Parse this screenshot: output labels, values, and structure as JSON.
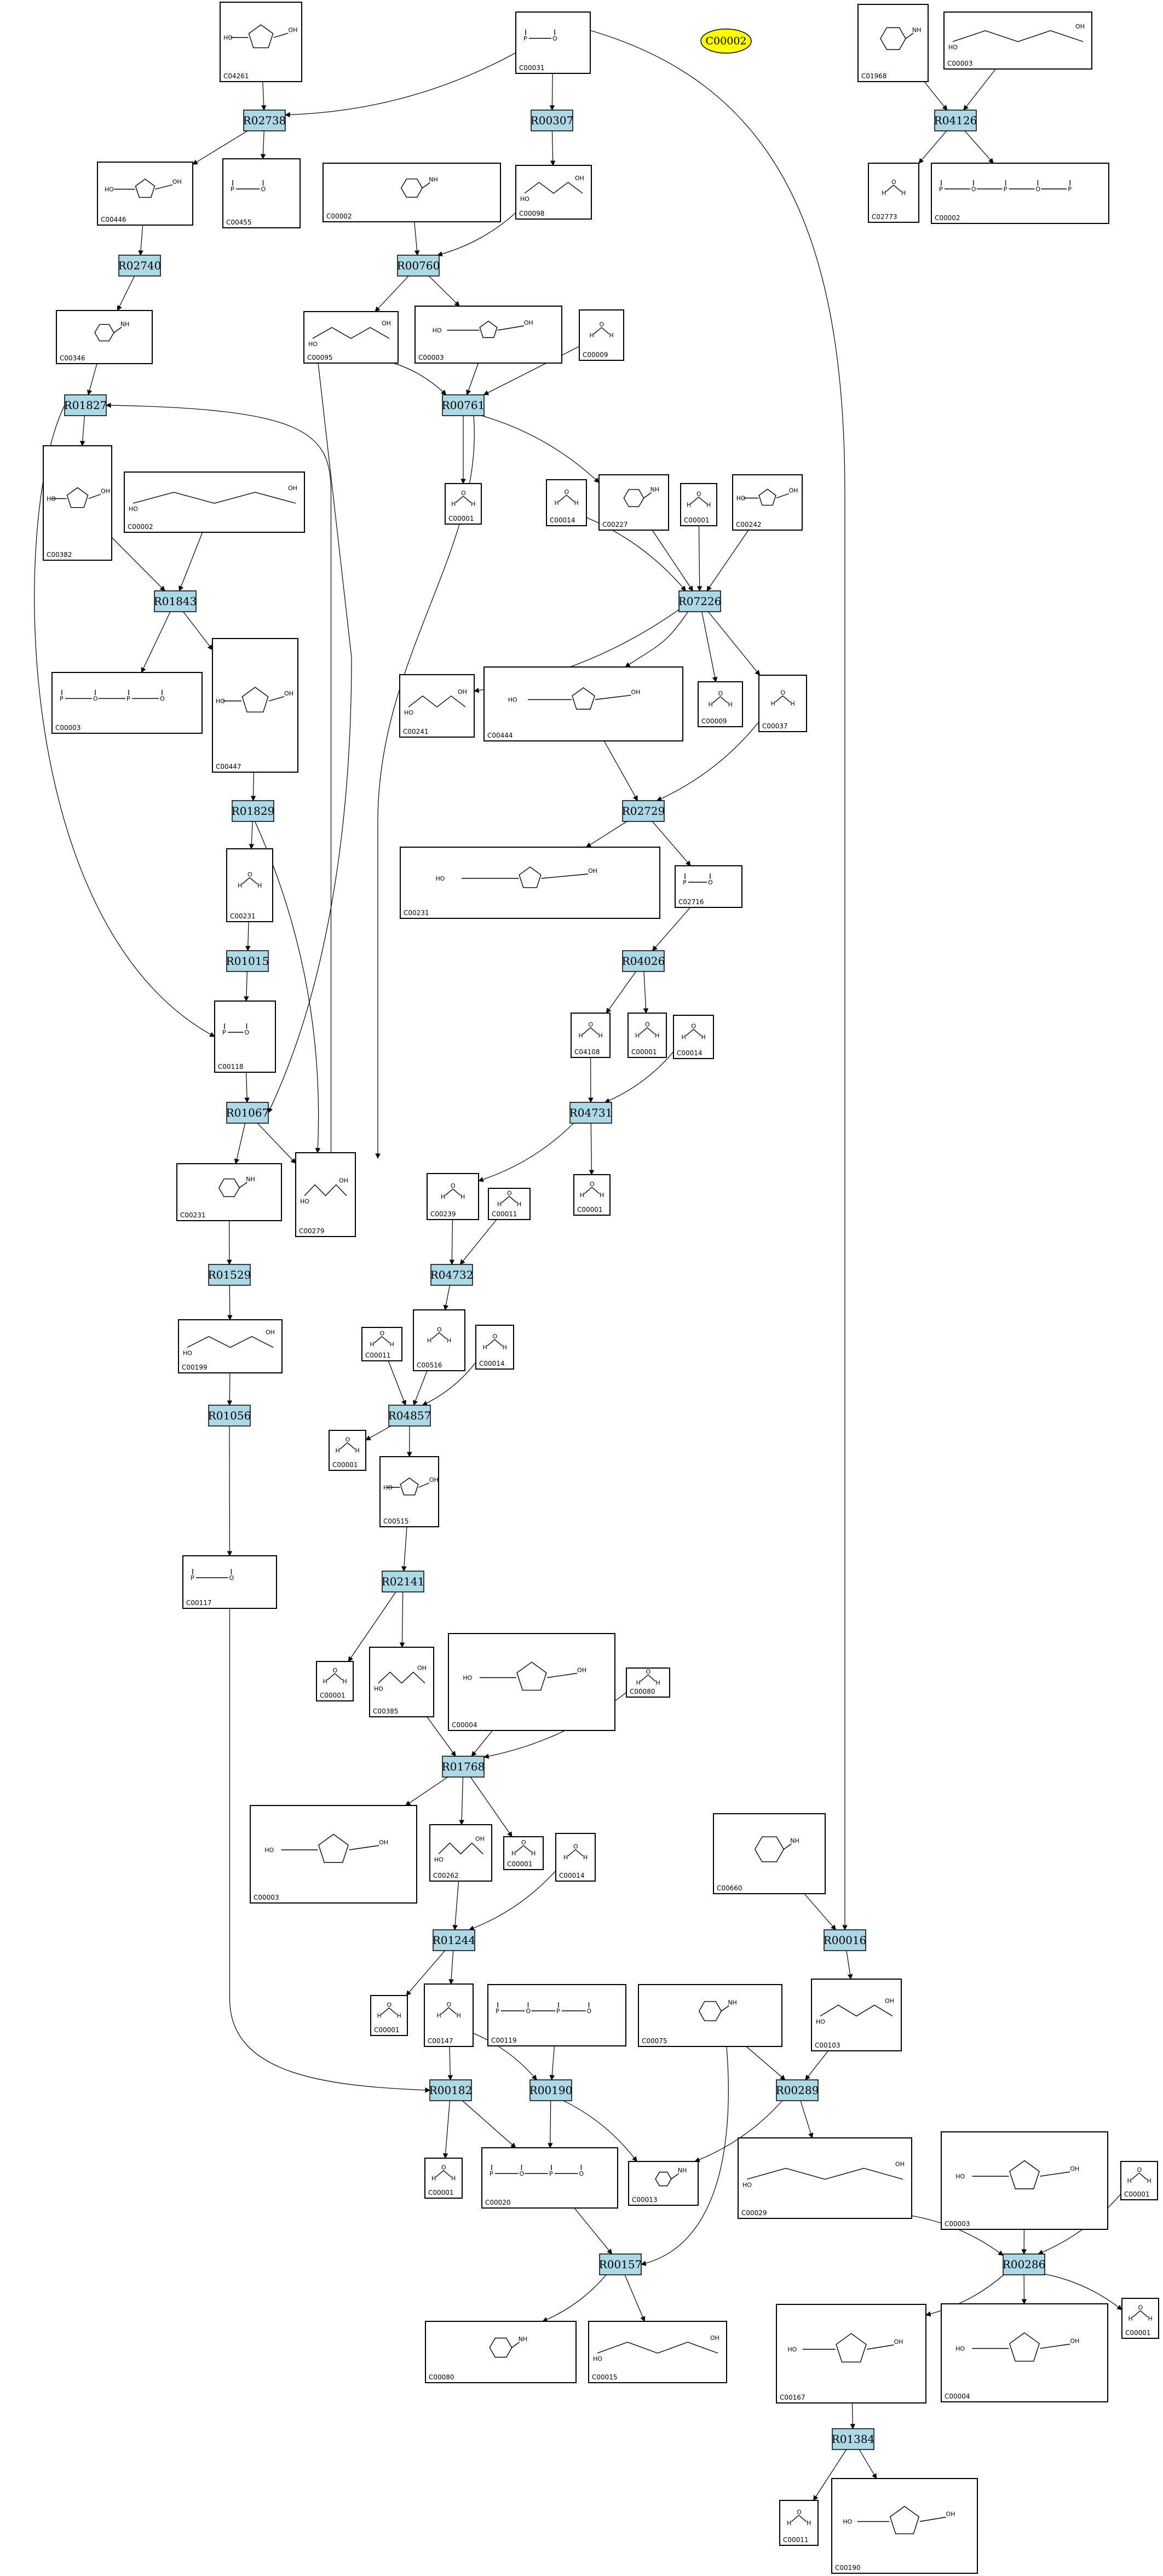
{
  "highlight": {
    "label": "C00002",
    "color": "#ffff00"
  },
  "reaction_color": "#add8e6",
  "reactions": [
    {
      "id": "R02738",
      "label": "R02738"
    },
    {
      "id": "R00307",
      "label": "R00307"
    },
    {
      "id": "R04126",
      "label": "R04126"
    },
    {
      "id": "R02740",
      "label": "R02740"
    },
    {
      "id": "R00760",
      "label": "R00760"
    },
    {
      "id": "R01827",
      "label": "R01827"
    },
    {
      "id": "R00761",
      "label": "R00761"
    },
    {
      "id": "R01843",
      "label": "R01843"
    },
    {
      "id": "R07226",
      "label": "R07226"
    },
    {
      "id": "R02729",
      "label": "R02729"
    },
    {
      "id": "R01829",
      "label": "R01829"
    },
    {
      "id": "R04026",
      "label": "R04026"
    },
    {
      "id": "R01015",
      "label": "R01015"
    },
    {
      "id": "R01067",
      "label": "R01067"
    },
    {
      "id": "R04731",
      "label": "R04731"
    },
    {
      "id": "R01529",
      "label": "R01529"
    },
    {
      "id": "R04732",
      "label": "R04732"
    },
    {
      "id": "R01056",
      "label": "R01056"
    },
    {
      "id": "R04857",
      "label": "R04857"
    },
    {
      "id": "R02141",
      "label": "R02141"
    },
    {
      "id": "R01768",
      "label": "R01768"
    },
    {
      "id": "R00016",
      "label": "R00016"
    },
    {
      "id": "R01244",
      "label": "R01244"
    },
    {
      "id": "R00182",
      "label": "R00182"
    },
    {
      "id": "R00190",
      "label": "R00190"
    },
    {
      "id": "R00289",
      "label": "R00289"
    },
    {
      "id": "R00286",
      "label": "R00286"
    },
    {
      "id": "R00157",
      "label": "R00157"
    },
    {
      "id": "R01384",
      "label": "R01384"
    }
  ],
  "compounds": [
    {
      "key": "C04261_a",
      "label": "C04261",
      "icon": "structure"
    },
    {
      "key": "C00031_a",
      "label": "C00031",
      "icon": "structure"
    },
    {
      "key": "C01968_a",
      "label": "C01968",
      "icon": "structure"
    },
    {
      "key": "C00003_a",
      "label": "C00003",
      "icon": "structure"
    },
    {
      "key": "C00446_a",
      "label": "C00446",
      "icon": "structure"
    },
    {
      "key": "C00455_a",
      "label": "C00455",
      "icon": "structure"
    },
    {
      "key": "C00002_a",
      "label": "C00002",
      "icon": "structure"
    },
    {
      "key": "C00098_a",
      "label": "C00098",
      "icon": "structure"
    },
    {
      "key": "C02773_a",
      "label": "C02773",
      "icon": "structure"
    },
    {
      "key": "C00002_b",
      "label": "C00002",
      "icon": "structure"
    },
    {
      "key": "C00346_a",
      "label": "C00346",
      "icon": "structure"
    },
    {
      "key": "C00095_a",
      "label": "C00095",
      "icon": "structure"
    },
    {
      "key": "C00003_b",
      "label": "C00003",
      "icon": "structure"
    },
    {
      "key": "C00009_a",
      "label": "C00009",
      "icon": "structure"
    },
    {
      "key": "C00382_a",
      "label": "C00382",
      "icon": "structure"
    },
    {
      "key": "C00002_c",
      "label": "C00002",
      "icon": "structure"
    },
    {
      "key": "C00001_a",
      "label": "C00001",
      "icon": "structure"
    },
    {
      "key": "C00014_a",
      "label": "C00014",
      "icon": "structure"
    },
    {
      "key": "C00227_a",
      "label": "C00227",
      "icon": "structure"
    },
    {
      "key": "C00001_b",
      "label": "C00001",
      "icon": "structure"
    },
    {
      "key": "C00242_a",
      "label": "C00242",
      "icon": "structure"
    },
    {
      "key": "C00003_c",
      "label": "C00003",
      "icon": "structure"
    },
    {
      "key": "C00447_a",
      "label": "C00447",
      "icon": "structure"
    },
    {
      "key": "C00241_a",
      "label": "C00241",
      "icon": "structure"
    },
    {
      "key": "C00444_a",
      "label": "C00444",
      "icon": "structure"
    },
    {
      "key": "C00009_b",
      "label": "C00009",
      "icon": "structure"
    },
    {
      "key": "C00037_a",
      "label": "C00037",
      "icon": "structure"
    },
    {
      "key": "C00231_a",
      "label": "C00231",
      "icon": "structure"
    },
    {
      "key": "C00231_b",
      "label": "C00231",
      "icon": "structure"
    },
    {
      "key": "C02716_a",
      "label": "C02716",
      "icon": "structure"
    },
    {
      "key": "C04108_a",
      "label": "C04108",
      "icon": "structure"
    },
    {
      "key": "C00001_c",
      "label": "C00001",
      "icon": "structure"
    },
    {
      "key": "C00014_b",
      "label": "C00014",
      "icon": "structure"
    },
    {
      "key": "C00118_a",
      "label": "C00118",
      "icon": "structure"
    },
    {
      "key": "C00231_c",
      "label": "C00231",
      "icon": "structure"
    },
    {
      "key": "C00279_a",
      "label": "C00279",
      "icon": "structure"
    },
    {
      "key": "C00239_a",
      "label": "C00239",
      "icon": "structure"
    },
    {
      "key": "C00011_a",
      "label": "C00011",
      "icon": "structure"
    },
    {
      "key": "C00001_d",
      "label": "C00001",
      "icon": "structure"
    },
    {
      "key": "C00199_a",
      "label": "C00199",
      "icon": "structure"
    },
    {
      "key": "C00011_b",
      "label": "C00011",
      "icon": "structure"
    },
    {
      "key": "C00516_a",
      "label": "C00516",
      "icon": "structure"
    },
    {
      "key": "C00014_c",
      "label": "C00014",
      "icon": "structure"
    },
    {
      "key": "C00001_e",
      "label": "C00001",
      "icon": "structure"
    },
    {
      "key": "C00515_a",
      "label": "C00515",
      "icon": "structure"
    },
    {
      "key": "C00117_a",
      "label": "C00117",
      "icon": "structure"
    },
    {
      "key": "C00001_f",
      "label": "C00001",
      "icon": "structure"
    },
    {
      "key": "C00385_a",
      "label": "C00385",
      "icon": "structure"
    },
    {
      "key": "C00004_a",
      "label": "C00004",
      "icon": "structure"
    },
    {
      "key": "C00080_a",
      "label": "C00080",
      "icon": "structure"
    },
    {
      "key": "C00003_d",
      "label": "C00003",
      "icon": "structure"
    },
    {
      "key": "C00262_a",
      "label": "C00262",
      "icon": "structure"
    },
    {
      "key": "C00001_g",
      "label": "C00001",
      "icon": "structure"
    },
    {
      "key": "C00014_d",
      "label": "C00014",
      "icon": "structure"
    },
    {
      "key": "C00660_a",
      "label": "C00660",
      "icon": "structure"
    },
    {
      "key": "C00001_h",
      "label": "C00001",
      "icon": "structure"
    },
    {
      "key": "C00147_a",
      "label": "C00147",
      "icon": "structure"
    },
    {
      "key": "C00119_a",
      "label": "C00119",
      "icon": "structure"
    },
    {
      "key": "C00075_a",
      "label": "C00075",
      "icon": "structure"
    },
    {
      "key": "C00103_a",
      "label": "C00103",
      "icon": "structure"
    },
    {
      "key": "C00001_i",
      "label": "C00001",
      "icon": "structure"
    },
    {
      "key": "C00020_a",
      "label": "C00020",
      "icon": "structure"
    },
    {
      "key": "C00013_a",
      "label": "C00013",
      "icon": "structure"
    },
    {
      "key": "C00029_a",
      "label": "C00029",
      "icon": "structure"
    },
    {
      "key": "C00003_e",
      "label": "C00003",
      "icon": "structure"
    },
    {
      "key": "C00001_j",
      "label": "C00001",
      "icon": "structure"
    },
    {
      "key": "C00001_k",
      "label": "C00001",
      "icon": "structure"
    },
    {
      "key": "C00015_a",
      "label": "C00015",
      "icon": "structure"
    },
    {
      "key": "C00167_a",
      "label": "C00167",
      "icon": "structure"
    },
    {
      "key": "C00004_b",
      "label": "C00004",
      "icon": "structure"
    },
    {
      "key": "C00080_b",
      "label": "C00080",
      "icon": "structure"
    },
    {
      "key": "C00011_c",
      "label": "C00011",
      "icon": "structure"
    },
    {
      "key": "C00190_a",
      "label": "C00190",
      "icon": "structure"
    }
  ]
}
